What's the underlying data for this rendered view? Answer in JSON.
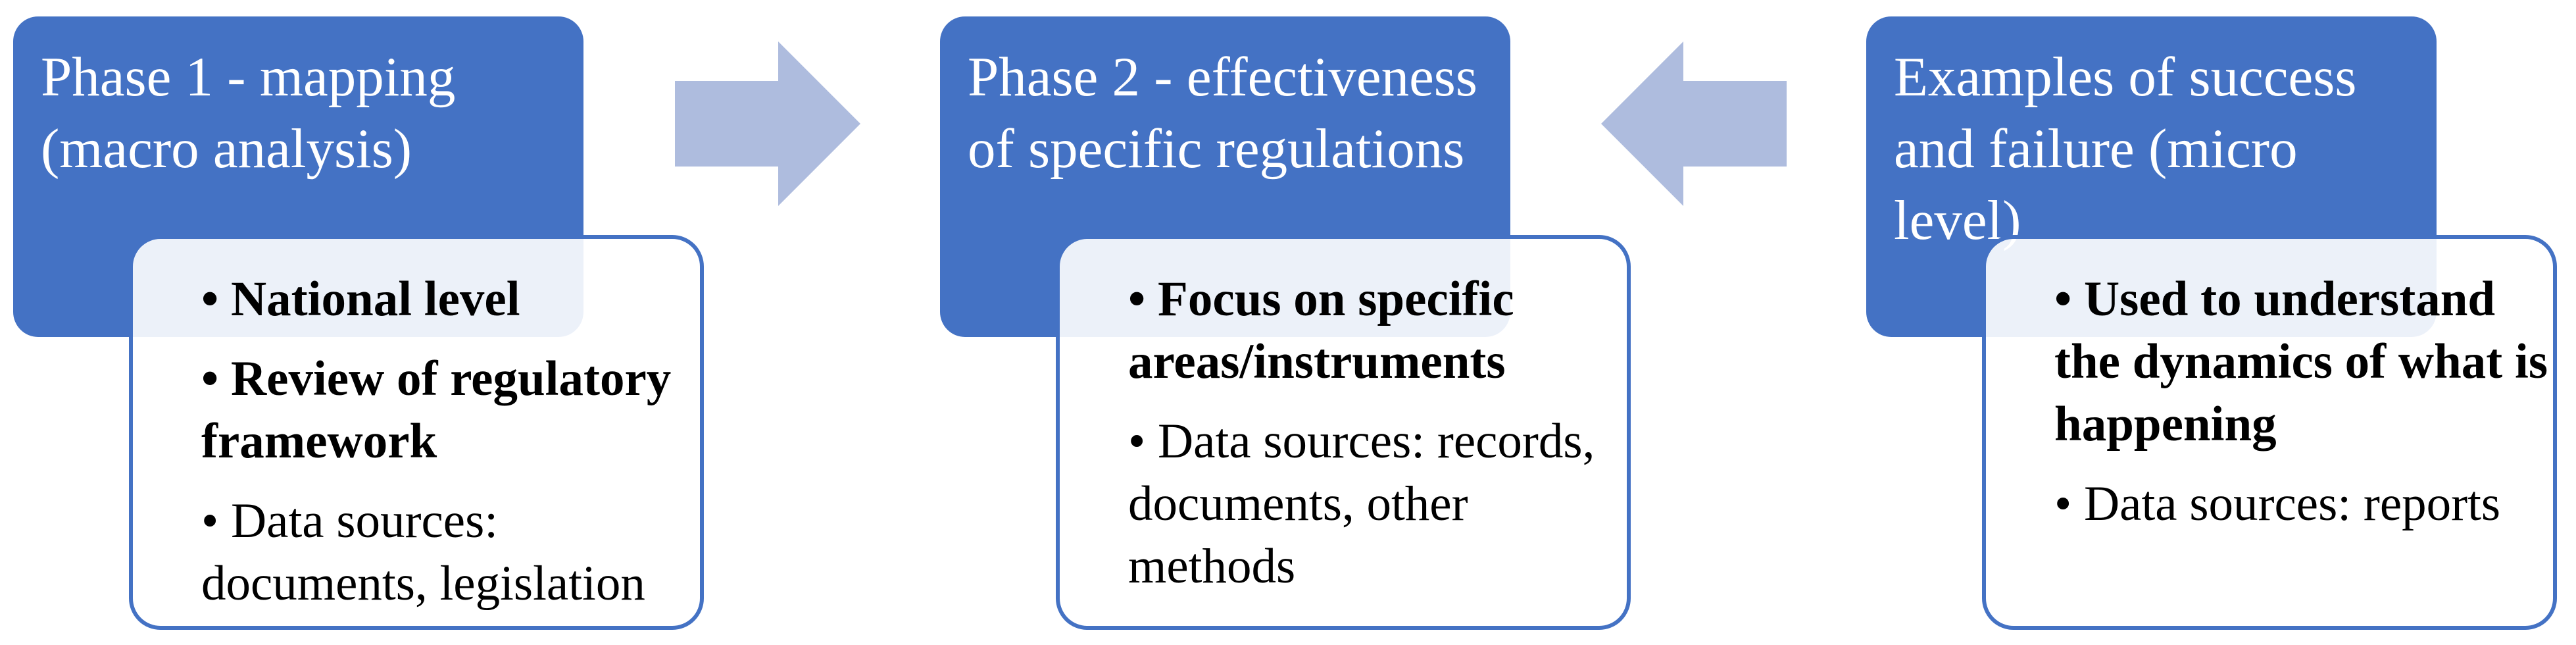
{
  "diagram": {
    "colors": {
      "phase_box_fill": "#4472C4",
      "detail_box_fill": "#FFFFFF",
      "detail_box_border": "#4472C4",
      "detail_box_overlap_tint": "#ECF1F9",
      "arrow_fill": "#AEBCDE",
      "title_text": "#FFFFFF",
      "bullet_text": "#000000",
      "background": "#FFFFFF"
    },
    "phases": [
      {
        "title": "Phase 1 - mapping (macro analysis)",
        "bullets": [
          {
            "text": "National level",
            "bold": true
          },
          {
            "text": "Review of regulatory framework",
            "bold": true
          },
          {
            "text": "Data sources: documents, legislation",
            "bold": false
          }
        ]
      },
      {
        "title": "Phase 2 - effectiveness of specific regulations",
        "bullets": [
          {
            "text": "Focus on specific areas/instruments",
            "bold": true
          },
          {
            "text": "Data sources: records, documents, other methods",
            "bold": false
          }
        ]
      },
      {
        "title": "Examples of success and failure (micro level)",
        "bullets": [
          {
            "text": "Used to understand the dynamics of what is happening",
            "bold": true
          },
          {
            "text": "Data sources: reports",
            "bold": false
          }
        ]
      }
    ],
    "arrows": [
      {
        "icon": "right-arrow-icon",
        "direction": "right"
      },
      {
        "icon": "left-arrow-icon",
        "direction": "left"
      }
    ],
    "bullet_marker": "•"
  }
}
